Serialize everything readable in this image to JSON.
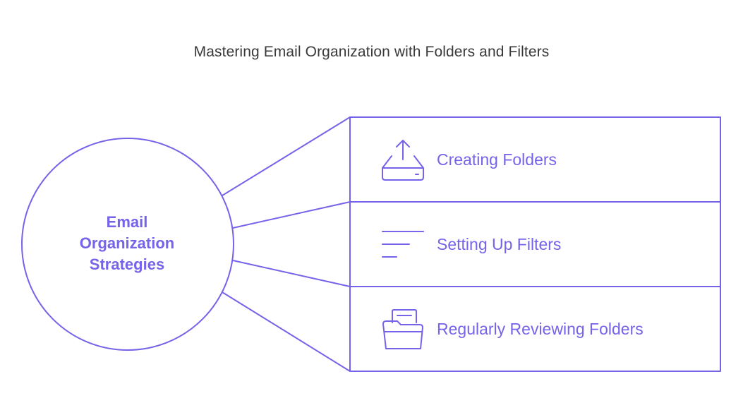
{
  "title": "Mastering Email Organization with Folders and Filters",
  "hub": {
    "line1": "Email",
    "line2": "Organization",
    "line3": "Strategies"
  },
  "items": [
    {
      "label": "Creating Folders",
      "icon": "tray-upload-icon"
    },
    {
      "label": "Setting Up Filters",
      "icon": "filter-lines-icon"
    },
    {
      "label": "Regularly Reviewing Folders",
      "icon": "open-folder-document-icon"
    }
  ],
  "colors": {
    "accent": "#7563e9",
    "title": "#3a3a3a",
    "background": "#ffffff"
  }
}
